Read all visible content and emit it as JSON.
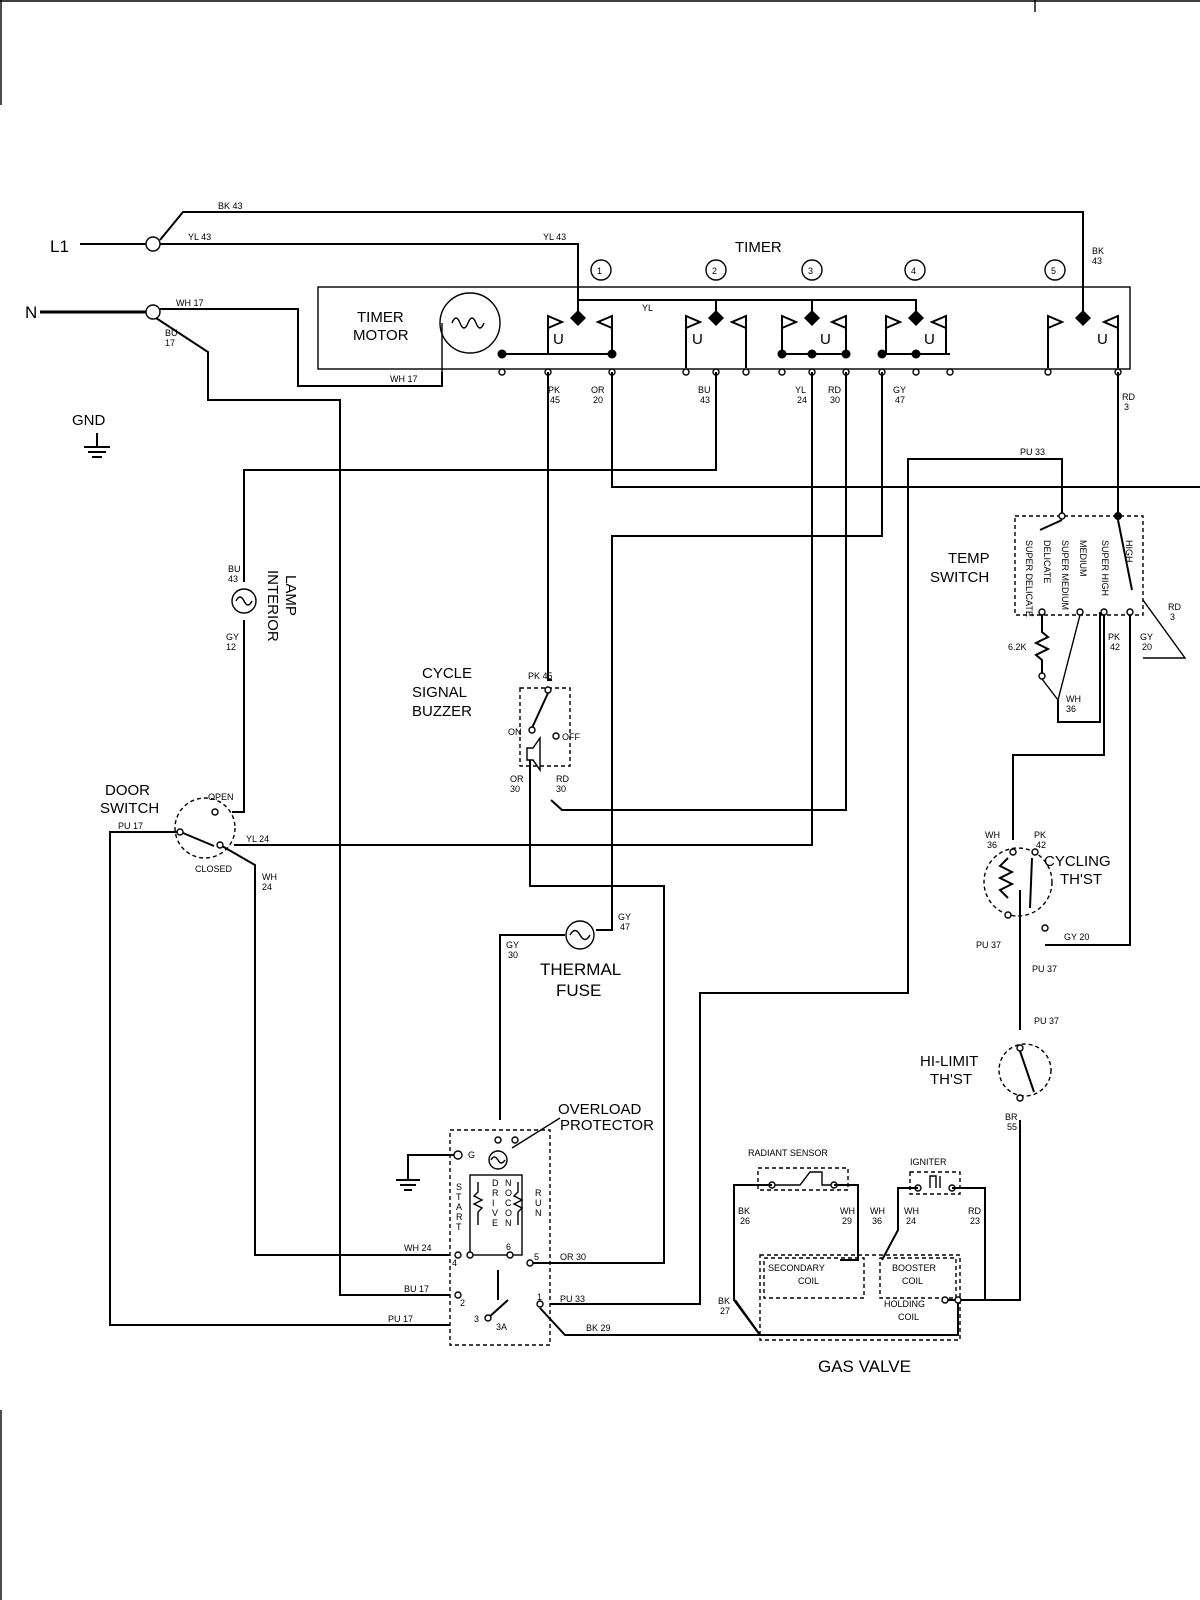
{
  "lines": {
    "l1": "L1",
    "n": "N",
    "gnd": "GND"
  },
  "timer": {
    "title": "TIMER",
    "motor_label_1": "TIMER",
    "motor_label_2": "MOTOR",
    "cams": [
      "1",
      "2",
      "3",
      "4",
      "5"
    ],
    "contact_marker": "U",
    "yl_label": "YL"
  },
  "wires": {
    "bk43_top": "BK 43",
    "yl43_top_left": "YL 43",
    "yl43_top_right": "YL 43",
    "bk43_right_1": "BK",
    "bk43_right_2": "43",
    "wh17_n": "WH 17",
    "bu17_n_1": "BU",
    "bu17_n_2": "17",
    "wh17_motor": "WH 17",
    "pk45_1": "PK",
    "pk45_2": "45",
    "or20_1": "OR",
    "or20_2": "20",
    "bu43_1": "BU",
    "bu43_2": "43",
    "yl24_1": "YL",
    "yl24_2": "24",
    "rd30_1": "RD",
    "rd30_2": "30",
    "gy47_1": "GY",
    "gy47_2": "47",
    "rd3_1": "RD",
    "rd3_2": "3",
    "pu33_temp": "PU 33",
    "bu43_lamp_1": "BU",
    "bu43_lamp_2": "43",
    "gy12_lamp_1": "GY",
    "gy12_lamp_2": "12",
    "pu17_door": "PU 17",
    "yl24_door": "YL 24",
    "wh24_door_1": "WH",
    "wh24_door_2": "24",
    "pk45_buzzer": "PK 45",
    "or30_buzzer_1": "OR",
    "or30_buzzer_2": "30",
    "rd30_buzzer_1": "RD",
    "rd30_buzzer_2": "30",
    "gy30_fuse_1": "GY",
    "gy30_fuse_2": "30",
    "gy47_fuse_1": "GY",
    "gy47_fuse_2": "47",
    "wh24_motor": "WH 24",
    "or30_motor": "OR 30",
    "bu17_motor": "BU 17",
    "pu17_motor": "PU 17",
    "pu33_motor": "PU 33",
    "bk29_motor": "BK 29",
    "pk42_temp_1": "PK",
    "pk42_temp_2": "42",
    "gy20_temp_1": "GY",
    "gy20_temp_2": "20",
    "rd3_temp_1": "RD",
    "rd3_temp_2": "3",
    "wh36_temp_1": "WH",
    "wh36_temp_2": "36",
    "res_value": "6.2K",
    "wh36_cyc_1": "WH",
    "wh36_cyc_2": "36",
    "pk42_cyc_1": "PK",
    "pk42_cyc_2": "42",
    "pu37_cyc_a": "PU 37",
    "pu37_cyc_b": "PU 37",
    "gy20_cyc": "GY 20",
    "pu37_hilimit": "PU 37",
    "br55_1": "BR",
    "br55_2": "55",
    "bk26_1": "BK",
    "bk26_2": "26",
    "wh29_1": "WH",
    "wh29_2": "29",
    "wh36_gv_1": "WH",
    "wh36_gv_2": "36",
    "wh24_gv_1": "WH",
    "wh24_gv_2": "24",
    "rd23_1": "RD",
    "rd23_2": "23",
    "bk27_1": "BK",
    "bk27_2": "27"
  },
  "components": {
    "interior_lamp_1": "INTERIOR",
    "interior_lamp_2": "LAMP",
    "door_switch_1": "DOOR",
    "door_switch_2": "SWITCH",
    "door_open": "OPEN",
    "door_closed": "CLOSED",
    "cycle_buzzer_1": "CYCLE",
    "cycle_buzzer_2": "SIGNAL",
    "cycle_buzzer_3": "BUZZER",
    "buzzer_on": "ON",
    "buzzer_off": "OFF",
    "temp_switch_1": "TEMP",
    "temp_switch_2": "SWITCH",
    "temp_tabs": [
      "SUPER DELICATE",
      "DELICATE",
      "SUPER MEDIUM",
      "MEDIUM",
      "SUPER HIGH",
      "HIGH"
    ],
    "thermal_fuse_1": "THERMAL",
    "thermal_fuse_2": "FUSE",
    "cycling_thst_1": "CYCLING",
    "cycling_thst_2": "TH'ST",
    "hilimit_thst_1": "HI-LIMIT",
    "hilimit_thst_2": "TH'ST",
    "overload_1": "OVERLOAD",
    "overload_2": "PROTECTOR",
    "motor_g": "G",
    "motor_start": [
      "S",
      "T",
      "A",
      "R",
      "T"
    ],
    "motor_drive": [
      "D",
      "R",
      "I",
      "V",
      "E"
    ],
    "motor_nocon": [
      "N",
      "O",
      "C",
      "O",
      "N"
    ],
    "motor_run": [
      "R",
      "U",
      "N"
    ],
    "motor_terminals": [
      "6",
      "4",
      "5",
      "2",
      "1",
      "3",
      "3A"
    ],
    "radiant_sensor": "RADIANT SENSOR",
    "igniter": "IGNITER",
    "secondary_coil_1": "SECONDARY",
    "secondary_coil_2": "COIL",
    "booster_coil_1": "BOOSTER",
    "booster_coil_2": "COIL",
    "holding_coil_1": "HOLDING",
    "holding_coil_2": "COIL",
    "gas_valve": "GAS VALVE"
  }
}
